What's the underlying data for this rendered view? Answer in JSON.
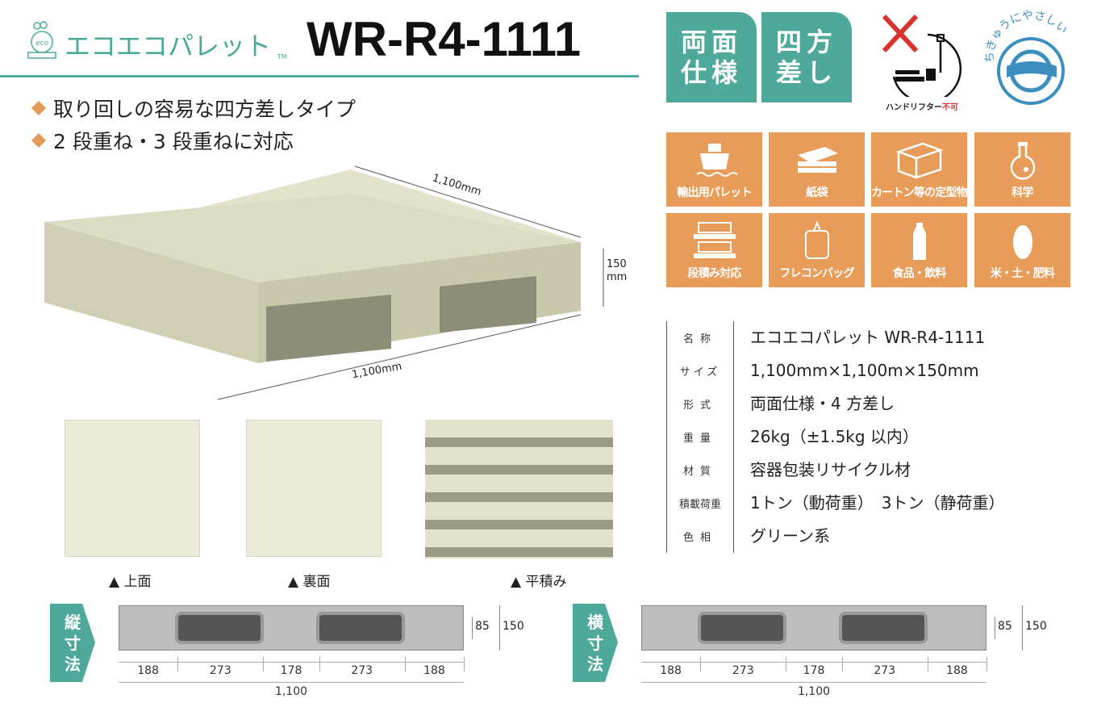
{
  "header": {
    "brand": "エコエコパレット",
    "brand_tm": "TM",
    "logo_text": "eco",
    "model": "WR-R4-1111"
  },
  "features": [
    "取り回しの容易な四方差しタイプ",
    "2 段重ね・3 段重ねに対応"
  ],
  "badges": [
    {
      "l1": "両面",
      "l2": "仕様"
    },
    {
      "l1": "四方",
      "l2": "差し"
    }
  ],
  "handlifter": {
    "label": "ハンドリフター",
    "status": "不可"
  },
  "eco_mark": "ちきゅうにやさしい",
  "uses": [
    {
      "label": "輸出用パレット",
      "icon": "ship-icon"
    },
    {
      "label": "紙袋",
      "icon": "paper-bags-icon"
    },
    {
      "label": "カートン等の定型物",
      "icon": "carton-box-icon"
    },
    {
      "label": "科学",
      "icon": "flask-icon"
    },
    {
      "label": "段積み対応",
      "icon": "stacked-pallets-icon"
    },
    {
      "label": "フレコンバッグ",
      "icon": "bulk-bag-icon"
    },
    {
      "label": "食品・飲料",
      "icon": "bottle-icon"
    },
    {
      "label": "米・土・肥料",
      "icon": "rice-grain-icon"
    }
  ],
  "product_image": {
    "width_label": "1,100mm",
    "depth_label": "1,100mm",
    "height_label": "150",
    "height_unit": "mm"
  },
  "specs": [
    {
      "label": "名称",
      "value": "エコエコパレット WR-R4-1111"
    },
    {
      "label": "サイズ",
      "value": "1,100mm×1,100m×150mm"
    },
    {
      "label": "形式",
      "value": "両面仕様・4 方差し"
    },
    {
      "label": "重量",
      "value": "26kg（±1.5kg 以内）"
    },
    {
      "label": "材質",
      "value": "容器包装リサイクル材"
    },
    {
      "label": "積載荷重",
      "value": "1トン（動荷重）　3トン（静荷重）"
    },
    {
      "label": "色相",
      "value": "グリーン系"
    }
  ],
  "views": [
    "▲ 上面",
    "▲ 裏面",
    "▲ 平積み"
  ],
  "diagrams": [
    {
      "tag": [
        "縦",
        "寸",
        "法"
      ],
      "segments": [
        "188",
        "273",
        "178",
        "273",
        "188"
      ],
      "total": "1,100",
      "opening": "85",
      "height": "150"
    },
    {
      "tag": [
        "横",
        "寸",
        "法"
      ],
      "segments": [
        "188",
        "273",
        "178",
        "273",
        "188"
      ],
      "total": "1,100",
      "opening": "85",
      "height": "150"
    }
  ],
  "colors": {
    "teal": "#4fa99a",
    "orange": "#e89c5a",
    "pallet": "#e3e2cc"
  }
}
